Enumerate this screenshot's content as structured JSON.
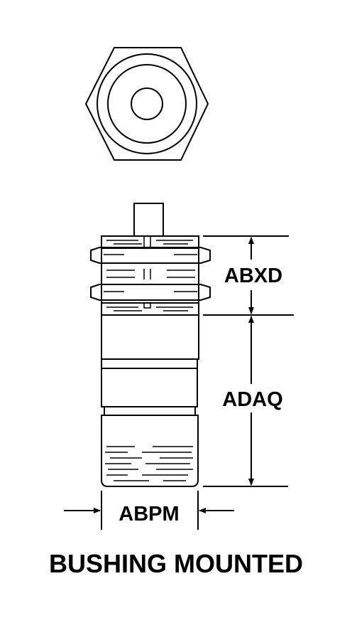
{
  "labels": {
    "dim_top": "ABXD",
    "dim_body": "ADAQ",
    "dim_diameter": "ABPM",
    "caption": "BUSHING MOUNTED"
  }
}
